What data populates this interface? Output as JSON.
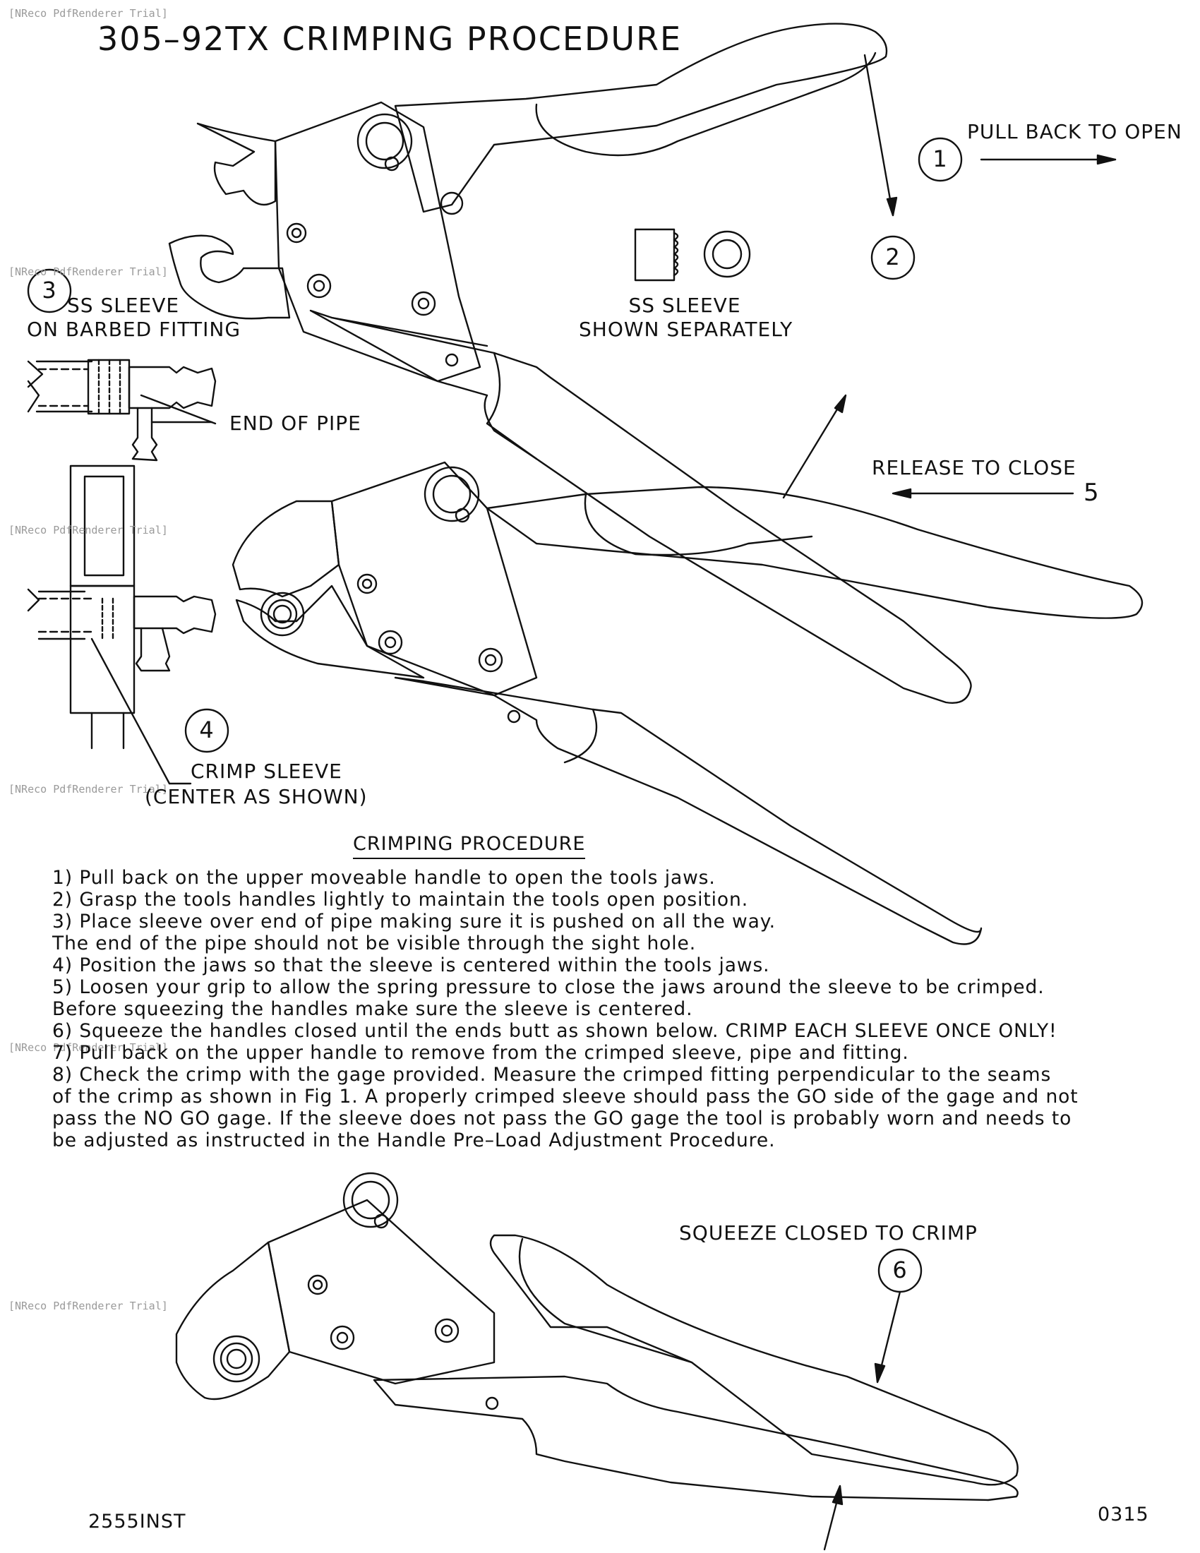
{
  "title": "305–92TX CRIMPING PROCEDURE",
  "watermark": "[NReco PdfRenderer Trial]",
  "callouts": {
    "c1": "1",
    "c2": "2",
    "c3": "3",
    "c4": "4",
    "c5": "5",
    "c6": "6"
  },
  "labels": {
    "pull_back": "PULL BACK TO OPEN",
    "ss_sleeve_fitting_1": "SS SLEEVE",
    "ss_sleeve_fitting_2": "ON BARBED FITTING",
    "ss_sleeve_sep_1": "SS SLEEVE",
    "ss_sleeve_sep_2": "SHOWN SEPARATELY",
    "end_of_pipe": "END OF PIPE",
    "release_to_close": "RELEASE TO CLOSE",
    "crimp_sleeve_1": "CRIMP SLEEVE",
    "crimp_sleeve_2": "(CENTER AS SHOWN)",
    "squeeze": "SQUEEZE CLOSED TO CRIMP"
  },
  "procedure": {
    "heading": "CRIMPING PROCEDURE",
    "lines": [
      "1) Pull back on the upper moveable handle to open the tools jaws.",
      "2) Grasp the tools handles lightly to maintain the tools open position.",
      "3) Place sleeve over end of pipe making sure it is pushed on all the way.",
      "The end of the pipe should not be visible through the sight hole.",
      "4) Position the jaws so that the sleeve is centered within the tools jaws.",
      "5) Loosen your grip to allow the spring pressure to close the jaws around the sleeve to be crimped.",
      "Before squeezing the handles make sure the sleeve is centered.",
      "6) Squeeze the handles closed until the ends butt as shown below. CRIMP EACH SLEEVE ONCE ONLY!",
      "7) Pull back on the upper handle to remove from the crimped sleeve, pipe and fitting.",
      "8) Check the crimp with the gage provided. Measure the crimped fitting perpendicular to the seams",
      "of the crimp as shown in Fig 1. A properly crimped sleeve should pass the GO side of the gage and not",
      "pass the NO GO gage. If the sleeve does not pass the GO gage the tool is probably worn and needs to",
      "be adjusted as instructed in the Handle Pre–Load Adjustment Procedure."
    ]
  },
  "footer": {
    "left_code": "2555INST",
    "right_code": "0315"
  }
}
